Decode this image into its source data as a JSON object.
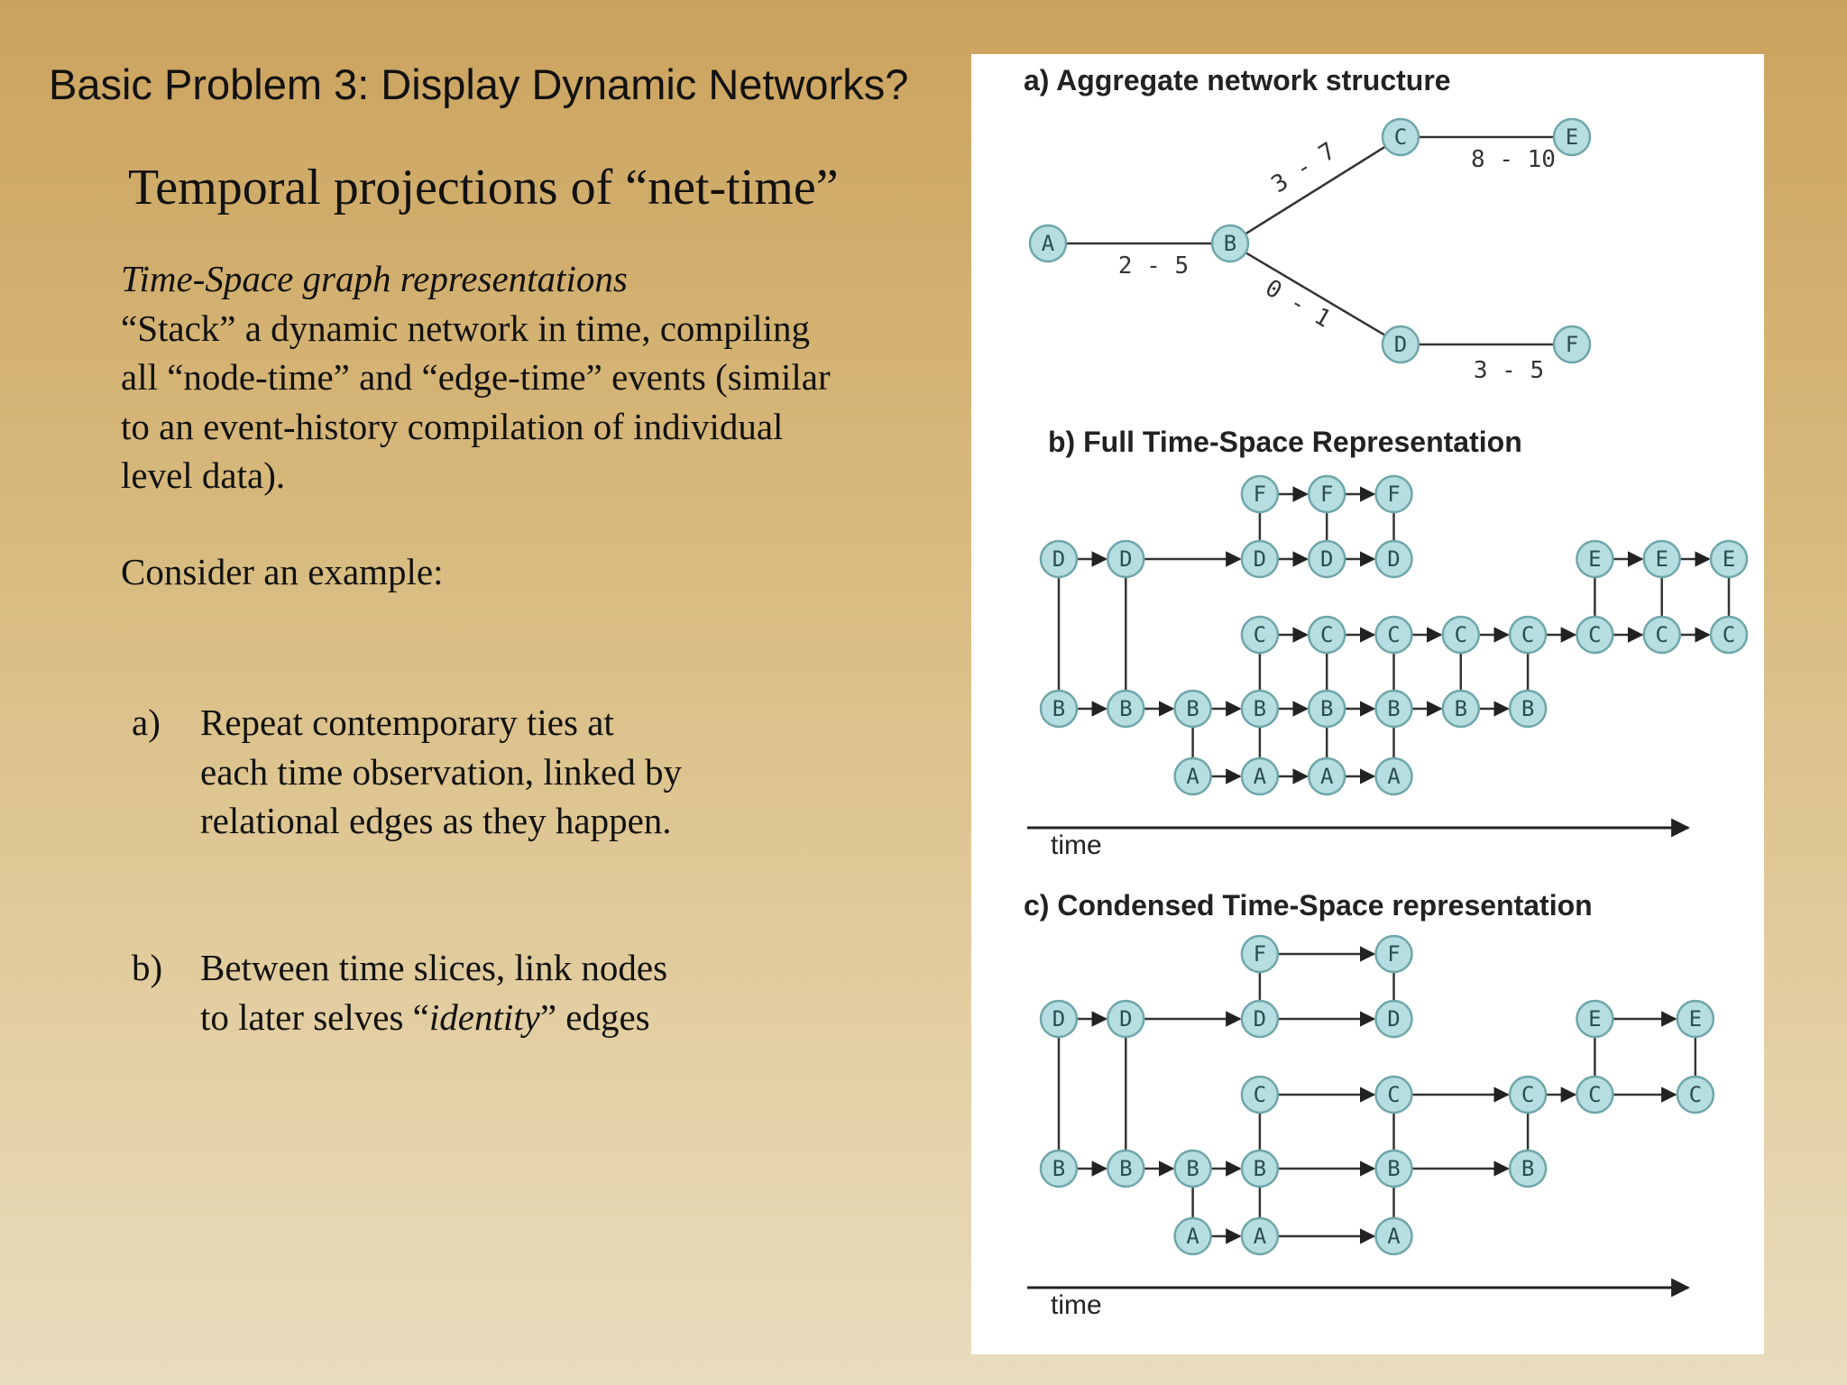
{
  "slide": {
    "title": "Basic Problem 3: Display Dynamic Networks?",
    "subtitle": "Temporal projections of “net-time”",
    "para_title": "Time-Space graph representations",
    "para_text": "“Stack” a dynamic network in time, compiling all “node-time” and “edge-time” events (similar to an event-history compilation of individual level data).",
    "consider": "Consider an example:",
    "list": [
      {
        "marker": "a)",
        "text": "Repeat contemporary ties at each time observation, linked by relational edges as they happen."
      },
      {
        "marker": "b)",
        "text_before": "Between time slices, link nodes to later selves “",
        "text_em": "identity",
        "text_after": "” edges"
      }
    ]
  },
  "figure": {
    "panel_a": {
      "label": "a) Aggregate network structure",
      "nodes": [
        {
          "id": "A",
          "label": "A"
        },
        {
          "id": "B",
          "label": "B"
        },
        {
          "id": "C",
          "label": "C"
        },
        {
          "id": "D",
          "label": "D"
        },
        {
          "id": "E",
          "label": "E"
        },
        {
          "id": "F",
          "label": "F"
        }
      ],
      "edges": [
        {
          "from": "A",
          "to": "B",
          "label": "2 - 5"
        },
        {
          "from": "B",
          "to": "C",
          "label": "3 - 7"
        },
        {
          "from": "B",
          "to": "D",
          "label": "0 - 1"
        },
        {
          "from": "C",
          "to": "E",
          "label": "8 - 10"
        },
        {
          "from": "D",
          "to": "F",
          "label": "3 - 5"
        }
      ]
    },
    "panel_b": {
      "label": "b) Full Time-Space Representation",
      "time_label": "time",
      "rows": [
        {
          "label": "F",
          "times": [
            3,
            4,
            5
          ]
        },
        {
          "label": "D",
          "times": [
            0,
            1,
            3,
            4,
            5
          ]
        },
        {
          "label": "E",
          "times": [
            8,
            9,
            10
          ]
        },
        {
          "label": "C",
          "times": [
            3,
            4,
            5,
            6,
            7,
            8,
            9,
            10
          ]
        },
        {
          "label": "B",
          "times": [
            0,
            1,
            2,
            3,
            4,
            5,
            6,
            7
          ]
        },
        {
          "label": "A",
          "times": [
            2,
            3,
            4,
            5
          ]
        }
      ]
    },
    "panel_c": {
      "label": "c) Condensed Time-Space representation",
      "time_label": "time",
      "rows": [
        {
          "label": "F",
          "times": [
            3,
            5
          ]
        },
        {
          "label": "D",
          "times": [
            0,
            1,
            3,
            5
          ]
        },
        {
          "label": "E",
          "times": [
            8,
            9.5
          ]
        },
        {
          "label": "C",
          "times": [
            3,
            5,
            7,
            8,
            9.5
          ]
        },
        {
          "label": "B",
          "times": [
            0,
            1,
            2,
            3,
            5,
            7
          ]
        },
        {
          "label": "A",
          "times": [
            2,
            3,
            5
          ]
        }
      ]
    }
  }
}
